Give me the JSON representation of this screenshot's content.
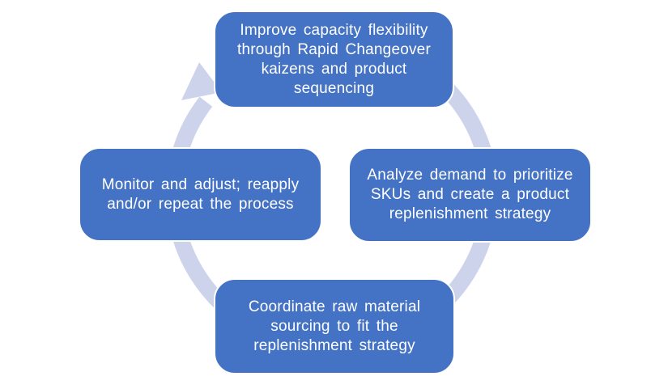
{
  "diagram": {
    "type": "cycle",
    "direction": "clockwise",
    "steps": [
      {
        "id": "top",
        "text": "Improve capacity flexibility\nthrough Rapid Changeover\nkaizens and product\nsequencing"
      },
      {
        "id": "right",
        "text": "Analyze demand to prioritize\nSKUs and create a product\nreplenishment strategy"
      },
      {
        "id": "bottom",
        "text": "Coordinate raw material\nsourcing to fit the\nreplenishment strategy"
      },
      {
        "id": "left",
        "text": "Monitor and adjust; reapply\nand/or repeat the process"
      }
    ],
    "colors": {
      "box_fill": "#4472C4",
      "box_border": "#FFFFFF",
      "box_text": "#FFFFFF",
      "ring": "#CDD3EB",
      "background": "#FFFFFF"
    }
  }
}
